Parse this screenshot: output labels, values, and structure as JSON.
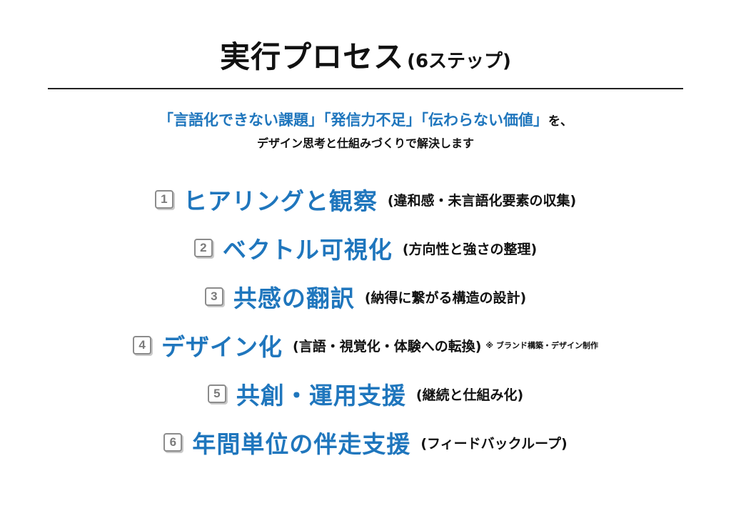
{
  "title": {
    "main": "実行プロセス",
    "sub": "(6ステップ)"
  },
  "lead": {
    "quote1": "「言語化できない課題」",
    "quote2": "「発信力不足」",
    "quote3": "「伝わらない価値」",
    "tail": "を、",
    "line2": "デザイン思考と仕組みづくりで解決します"
  },
  "steps": [
    {
      "num": "1",
      "title": "ヒアリングと観察",
      "desc": "(違和感・未言語化要素の収集)"
    },
    {
      "num": "2",
      "title": "ベクトル可視化",
      "desc": "(方向性と強さの整理)"
    },
    {
      "num": "3",
      "title": "共感の翻訳",
      "desc": "(納得に繋がる構造の設計)"
    },
    {
      "num": "4",
      "title": "デザイン化",
      "desc": "(言語・視覚化・体験への転換)",
      "note": "※ ブランド構築・デザイン制作"
    },
    {
      "num": "5",
      "title": "共創・運用支援",
      "desc": "(継続と仕組み化)"
    },
    {
      "num": "6",
      "title": "年間単位の伴走支援",
      "desc": "(フィードバックループ)"
    }
  ],
  "colors": {
    "accent": "#1f76bd",
    "text": "#111111",
    "number_box": "#8c8c8c"
  }
}
